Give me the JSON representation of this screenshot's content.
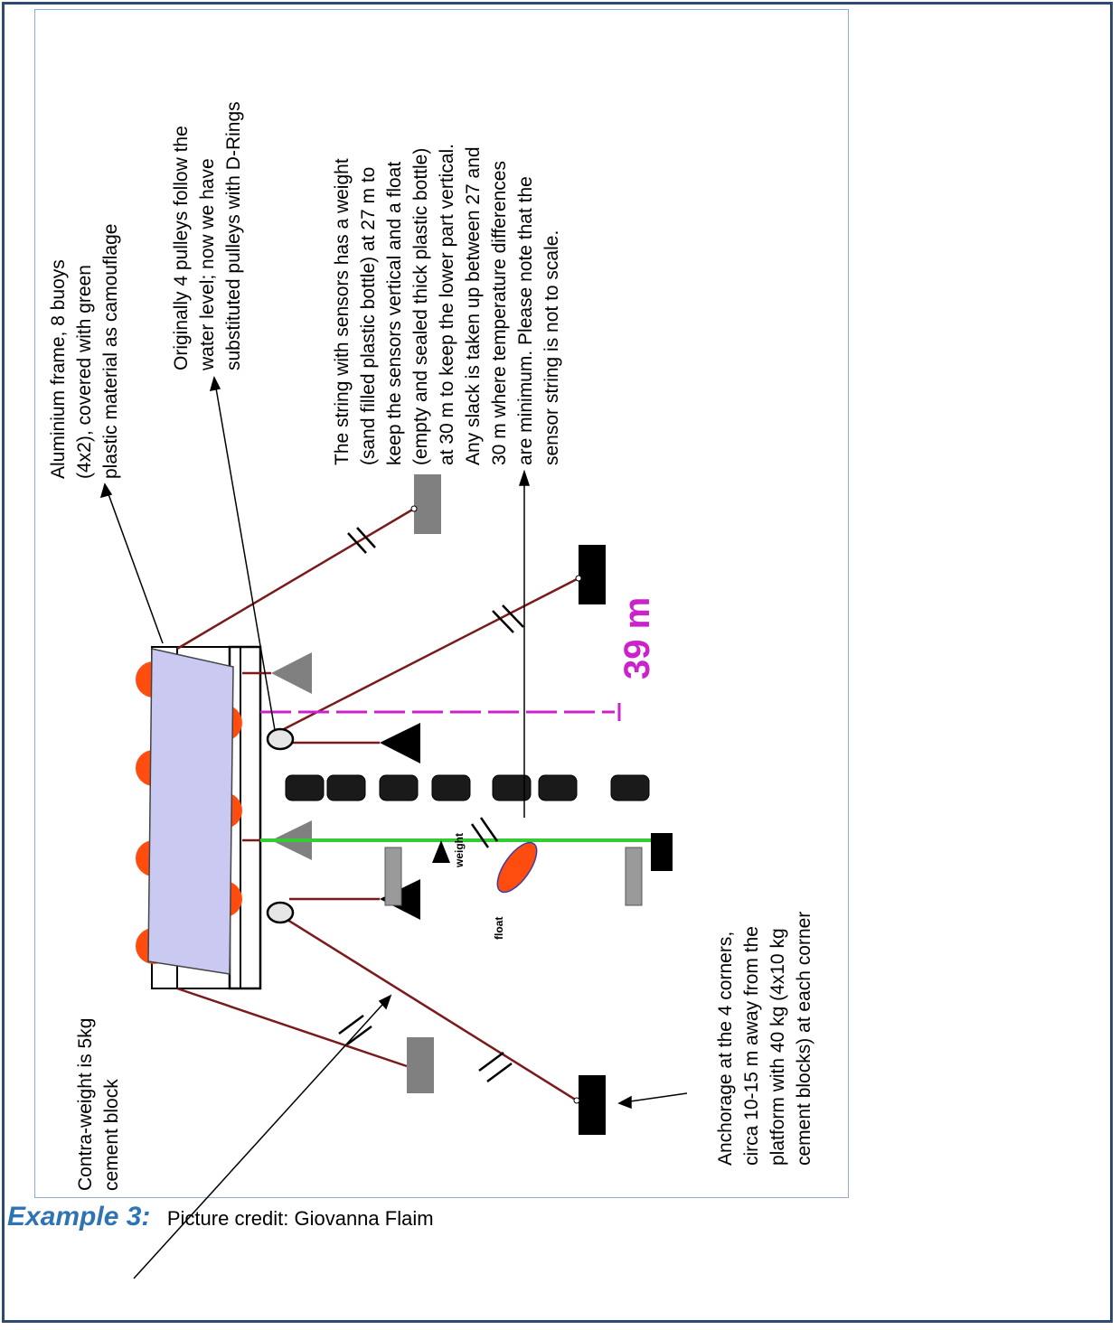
{
  "caption": {
    "label": "Example 3:",
    "credit": "Picture credit: Giovanna Flaim"
  },
  "annotations": {
    "frame": "Aluminium frame, 8 buoys\n(4x2), covered with green\nplastic material as camouflage",
    "pulleys": "Originally 4 pulleys follow the\nwater level; now we have\nsubstituted pulleys with D-Rings",
    "string": "The string with sensors has a weight\n(sand filled plastic bottle) at 27 m to\nkeep the sensors vertical and a float\n(empty and sealed thick plastic bottle)\nat 30 m to keep the lower part vertical.\nAny slack is taken up between 27 and\n30 m where temperature differences\nare minimum. Please note that the\nsensor string is not to scale.",
    "contra": "Contra-weight is 5kg\ncement block",
    "anchorage": "Anchorage at the 4 corners,\ncirca 10-15 m away from the\nplatform with 40 kg (4x10 kg\ncement blocks) at each corner"
  },
  "labels": {
    "depth": "39 m",
    "weight": "weight",
    "float": "float"
  },
  "colors": {
    "border": "#2e4a73",
    "figure_border": "#8faad3",
    "caption_blue": "#2e74b5",
    "rope": "#7a1a1a",
    "sensor_string": "#33cc33",
    "depth_marker": "#cc22cc",
    "buoy": "#ff4d10",
    "cover": "#c9c9f2",
    "float": "#ff4d10"
  }
}
